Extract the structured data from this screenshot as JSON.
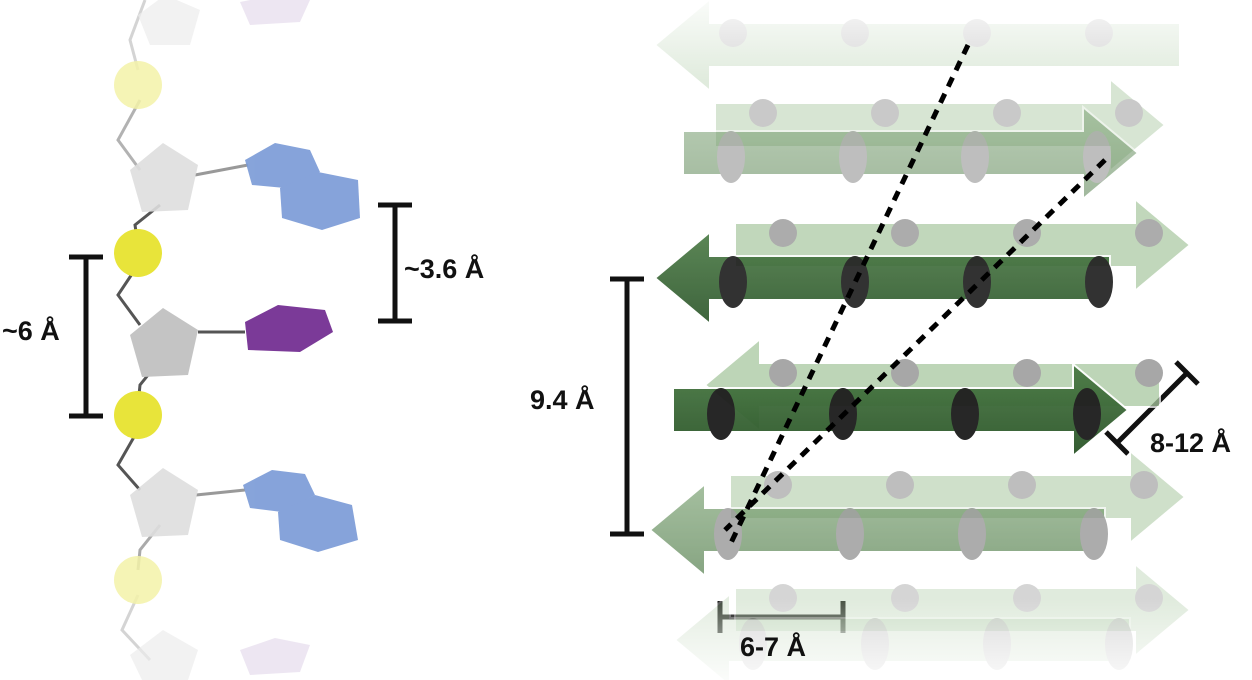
{
  "labels": {
    "base_spacing": "~3.6 Å",
    "phosphate_spacing": "~6 Å",
    "strand_repeat": "9.4 Å",
    "sheet_spacing": "8-12 Å",
    "residue_spacing": "6-7 Å"
  },
  "colors": {
    "phosphate": "#e8e43a",
    "sugar": "#c9c9c9",
    "purine_base": "#7a9ad6",
    "unpaired_base": "#7b3a98",
    "strand_dark": "#2f5e2c",
    "strand_mid": "#4f7f47",
    "strand_light": "#a8c79f",
    "residue_dark": "#1c1c1c",
    "residue_light": "#8a8a8a",
    "scale_bar": "#111111"
  }
}
